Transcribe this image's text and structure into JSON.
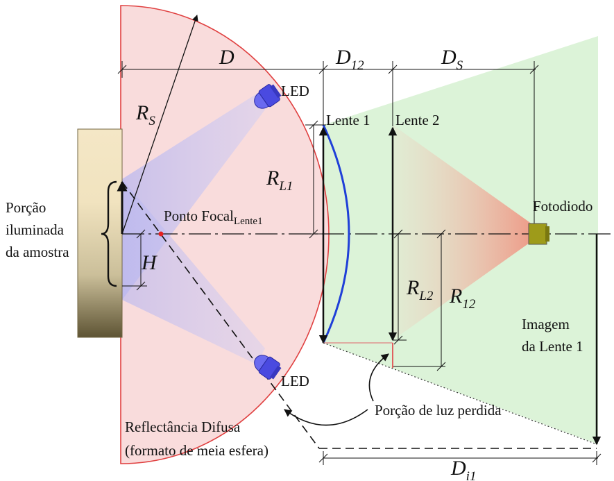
{
  "labels": {
    "D": "D",
    "D12_main": "D",
    "D12_sub": "12",
    "DS_main": "D",
    "DS_sub": "S",
    "RS_main": "R",
    "RS_sub": "S",
    "RL1_main": "R",
    "RL1_sub": "L1",
    "RL2_main": "R",
    "RL2_sub": "L2",
    "R12_main": "R",
    "R12_sub": "12",
    "H": "H",
    "Di1_main": "D",
    "Di1_sub": "i1",
    "led_top": "LED",
    "led_bottom": "LED",
    "lens1": "Lente 1",
    "lens2": "Lente 2",
    "photodiode": "Fotodiodo",
    "focal_main": "Ponto Focal",
    "focal_sub": "Lente1",
    "sample_line1": "Porção",
    "sample_line2": "iluminada",
    "sample_line3": "da amostra",
    "image_line1": "Imagem",
    "image_line2": "da Lente 1",
    "lost_light": "Porção de luz perdida",
    "reflectance_line1": "Reflectância Difusa",
    "reflectance_line2": "(formato de meia esfera)"
  },
  "colors": {
    "sphere_fill": "#f9dcdc",
    "sphere_edge": "#e04040",
    "led_beam": "#c8c6f2",
    "led_body": "#5a5ae6",
    "green_cone": "#d9f2d6",
    "red_cone": "#f3a89a",
    "lens1_curve": "#1f3fd8",
    "photodiode": "#9e9b1a",
    "sample_light": "#f1e3bf",
    "sample_dark": "#6b5f3c"
  },
  "icons": [
    "led-icon",
    "photodiode-icon",
    "lens-icon",
    "sample-icon"
  ]
}
